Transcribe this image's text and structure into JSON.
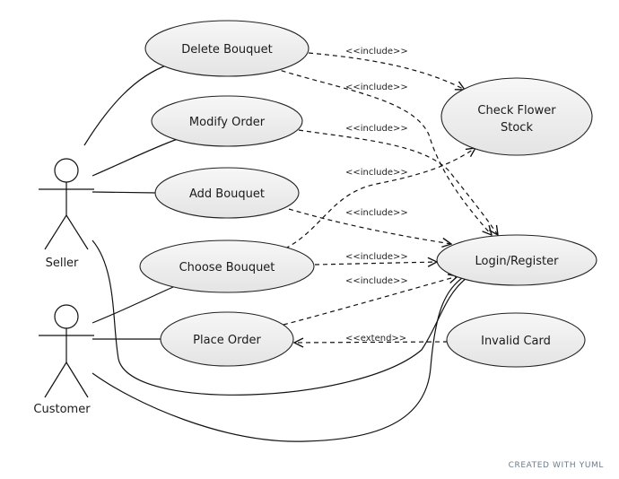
{
  "actors": {
    "seller": "Seller",
    "customer": "Customer"
  },
  "use_cases": {
    "delete_bouquet": "Delete Bouquet",
    "modify_order": "Modify Order",
    "add_bouquet": "Add Bouquet",
    "choose_bouquet": "Choose Bouquet",
    "place_order": "Place Order",
    "check_flower_stock_line1": "Check Flower",
    "check_flower_stock_line2": "Stock",
    "login_register": "Login/Register",
    "invalid_card": "Invalid Card"
  },
  "relations": {
    "include": "<<include>>",
    "extend": "<<extend>>"
  },
  "footer": {
    "credit": "CREATED WITH YUML"
  }
}
